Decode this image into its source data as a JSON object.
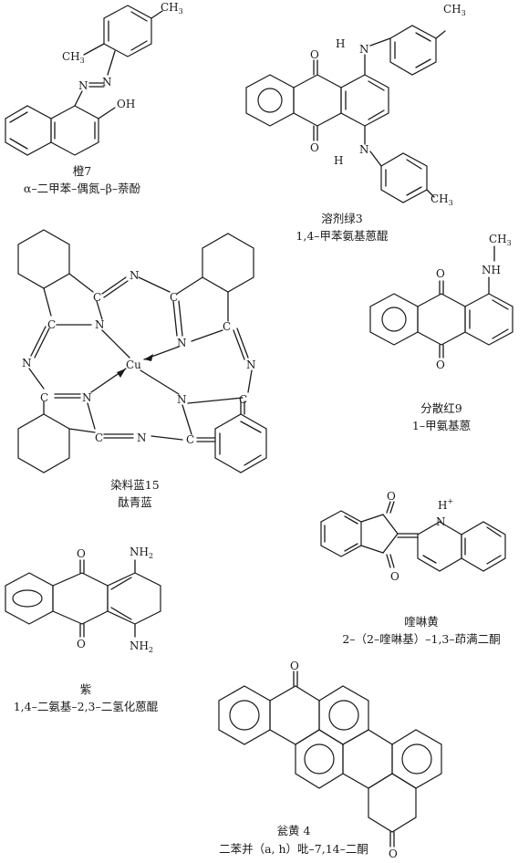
{
  "compounds": [
    {
      "id": "orange7",
      "name": "橙7",
      "chemical": "α–二甲苯–偶氮–β–萘酚",
      "atoms": {
        "ch3_top": "CH",
        "ch3_top_sub": "3",
        "ch3_left": "CH",
        "ch3_left_sub": "3",
        "n1": "N",
        "n2": "N",
        "oh": "OH"
      }
    },
    {
      "id": "solvent_green3",
      "name": "溶剂绿3",
      "chemical": "1,4–甲苯氨基蒽醌",
      "atoms": {
        "h_top": "H",
        "n_top": "N",
        "o_top": "O",
        "o_bot": "O",
        "n_bot": "N",
        "h_bot": "H",
        "ch3_a": "CH",
        "ch3_a_sub": "3",
        "ch3_b": "CH",
        "ch3_b_sub": "3"
      }
    },
    {
      "id": "pigment_blue15",
      "name": "染料蓝15",
      "chemical": "酞青蓝",
      "atoms": {
        "cu": "Cu",
        "n_bridge_top": "N",
        "n_bridge_left": "N",
        "n_bridge_right": "N",
        "n_bridge_bot": "N",
        "n_inner_tl": "N",
        "n_inner_tr": "N",
        "n_inner_bl": "N",
        "n_inner_br": "N",
        "c1": "C",
        "c2": "C",
        "c3": "C",
        "c4": "C",
        "c5": "C",
        "c6": "C",
        "c7": "C",
        "c8": "C"
      }
    },
    {
      "id": "disperse_red9",
      "name": "分散红9",
      "chemical": "1–甲氨基蒽",
      "atoms": {
        "ch3": "CH",
        "ch3_sub": "3",
        "nh": "NH",
        "o_top": "O",
        "o_bot": "O"
      }
    },
    {
      "id": "quinoline_yellow",
      "name": "喹啉黄",
      "chemical": "2–（2–喹啉基）–1,3–茚满二酮",
      "atoms": {
        "o_top": "O",
        "o_bot": "O",
        "h": "H",
        "plus": "+",
        "n": "N"
      }
    },
    {
      "id": "violet",
      "name": "紫",
      "chemical": "1,4–二氨基–2,3–二氢化蒽醌",
      "atoms": {
        "nh2_top": "NH",
        "nh2_top_sub": "2",
        "nh2_bot": "NH",
        "nh2_bot_sub": "2",
        "o_top": "O",
        "o_bot": "O"
      }
    },
    {
      "id": "vat_yellow4",
      "name": "瓮黄 4",
      "chemical": "二苯并（a, h）吡–7,14–二酮",
      "atoms": {
        "o_top": "O",
        "o_bot": "O"
      }
    }
  ]
}
